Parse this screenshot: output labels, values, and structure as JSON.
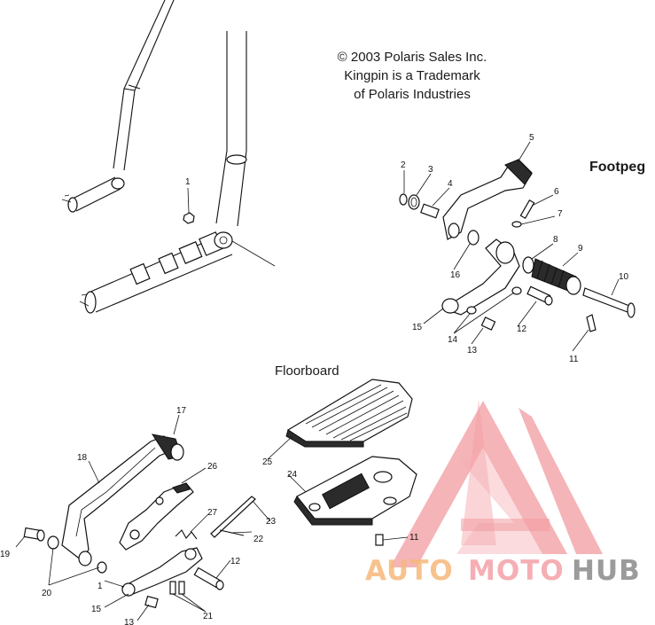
{
  "copyright": {
    "line1": "© 2003 Polaris Sales Inc.",
    "line2": "Kingpin is a Trademark",
    "line3": "of Polaris Industries"
  },
  "sections": {
    "footpeg": "Footpeg",
    "floorboard": "Floorboard"
  },
  "callouts": {
    "c1_frame": "1",
    "c2": "2",
    "c3": "3",
    "c4": "4",
    "c5": "5",
    "c6": "6",
    "c7": "7",
    "c8": "8",
    "c9": "9",
    "c10": "10",
    "c11_top": "11",
    "c12_top": "12",
    "c13_top": "13",
    "c14": "14",
    "c15_top": "15",
    "c16": "16",
    "c17": "17",
    "c18": "18",
    "c19": "19",
    "c20": "20",
    "c1_bottom": "1",
    "c15_bottom": "15",
    "c13_bottom": "13",
    "c21": "21",
    "c12_bottom": "12",
    "c22": "22",
    "c23": "23",
    "c27": "27",
    "c26": "26",
    "c25": "25",
    "c24": "24",
    "c11_bottom": "11"
  },
  "watermark": {
    "part1": "AUTO",
    "part2": "MOTO",
    "part3": "HUB",
    "color_orange": "#f6b87a",
    "color_pink": "#f4a2a8",
    "color_gray": "#8a8a8a",
    "logo_color": "#f08a8f"
  }
}
